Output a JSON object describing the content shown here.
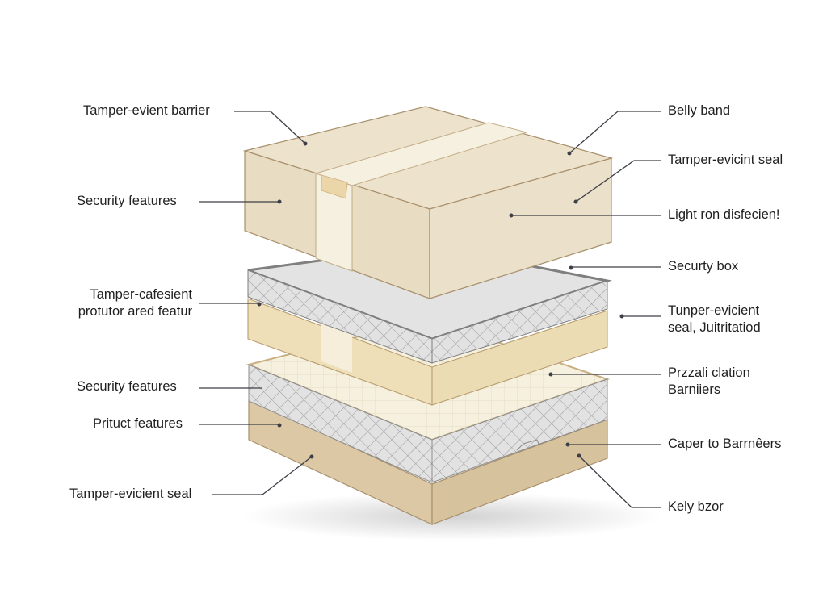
{
  "diagram": {
    "left_labels": [
      {
        "id": "tamper-evient-barrier",
        "lines": [
          "Tamper-evient barrier"
        ]
      },
      {
        "id": "security-features-top",
        "lines": [
          "Security features"
        ]
      },
      {
        "id": "tamper-cafesient",
        "lines": [
          "Tamper-cafesient",
          "protutor ared featur"
        ]
      },
      {
        "id": "security-features-mid",
        "lines": [
          "Security features"
        ]
      },
      {
        "id": "pritucts-features",
        "lines": [
          "Prituct features"
        ]
      },
      {
        "id": "tamper-evicient-seal-left",
        "lines": [
          "Tamper-evicient seal"
        ]
      }
    ],
    "right_labels": [
      {
        "id": "belly-band",
        "lines": [
          "Belly band"
        ]
      },
      {
        "id": "tamper-evicint-seal",
        "lines": [
          "Tamper-evicint seal"
        ]
      },
      {
        "id": "light-ron",
        "lines": [
          "Light ron disfecien!"
        ]
      },
      {
        "id": "securty-box",
        "lines": [
          "Securty box"
        ]
      },
      {
        "id": "tunper-evicient",
        "lines": [
          "Tunper-evicient",
          "seal, Juitritatiod"
        ]
      },
      {
        "id": "przzali-clation",
        "lines": [
          "Przzali clation",
          "Barniiers"
        ]
      },
      {
        "id": "caper-to-barrneers",
        "lines": [
          "Caper to Barrnêers"
        ]
      },
      {
        "id": "kely-bzor",
        "lines": [
          "Kely bzor"
        ]
      }
    ],
    "colors": {
      "cardboard_top": "#ece1cb",
      "cardboard_front": "#e7dbc2",
      "cardboard_side": "#e9dec8",
      "cardboard_edge": "#a8906c",
      "belly_band": "#f5efe0",
      "band_tab": "#ead6a8",
      "foam_tan": "#eedfb9",
      "mesh_gray": "#dcdcdc",
      "lid_gray": "#e6e6e6",
      "lid_rim": "#8a8a8a",
      "grid_cream": "#f6f1df",
      "base_box": "#ddc9a6",
      "leader": "#3d3f46"
    }
  }
}
